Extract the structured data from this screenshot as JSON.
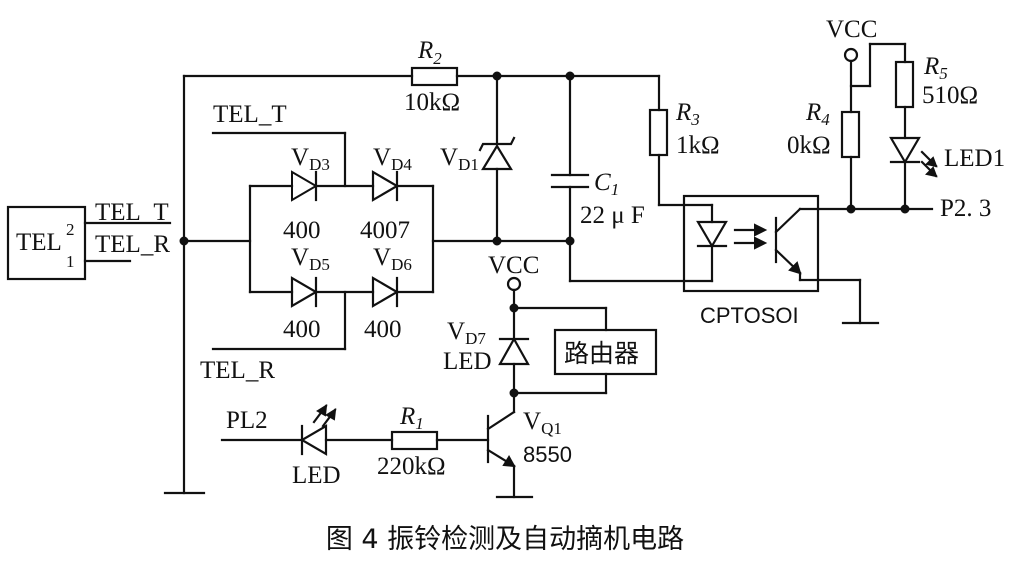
{
  "caption": "图 4  振铃检测及自动摘机电路",
  "tel": {
    "label": "TEL",
    "pin2": "2",
    "pin1": "1",
    "line_t": "TEL_T",
    "line_r": "TEL_R"
  },
  "bridge": {
    "line_t": "TEL_T",
    "line_r": "TEL_R"
  },
  "vd3": {
    "name": "V",
    "sub": "D3",
    "value": "400"
  },
  "vd4": {
    "name": "V",
    "sub": "D4",
    "value": "4007"
  },
  "vd5": {
    "name": "V",
    "sub": "D5",
    "value": "400"
  },
  "vd6": {
    "name": "V",
    "sub": "D6",
    "value": "400"
  },
  "vd1": {
    "name": "V",
    "sub": "D1"
  },
  "vd7": {
    "name": "V",
    "sub": "D7",
    "type": "LED"
  },
  "r1": {
    "name": "R",
    "sub": "1",
    "value": "220kΩ"
  },
  "r2": {
    "name": "R",
    "sub": "2",
    "value": "10kΩ"
  },
  "r3": {
    "name": "R",
    "sub": "3",
    "value": "1kΩ"
  },
  "r4": {
    "name": "R",
    "sub": "4",
    "value": "0kΩ"
  },
  "r5": {
    "name": "R",
    "sub": "5",
    "value": "510Ω"
  },
  "c1": {
    "name": "C",
    "sub": "1",
    "value": "22 μ F"
  },
  "vq1": {
    "name": "V",
    "sub": "Q1",
    "part": "8550"
  },
  "optocoupler": {
    "label": "CPTOSOI"
  },
  "router": {
    "label": "路由器"
  },
  "vcc_bottom": "VCC",
  "vcc_top": "VCC",
  "led1": "LED1",
  "p23": "P2. 3",
  "pl2": "PL2",
  "led_left": "LED"
}
